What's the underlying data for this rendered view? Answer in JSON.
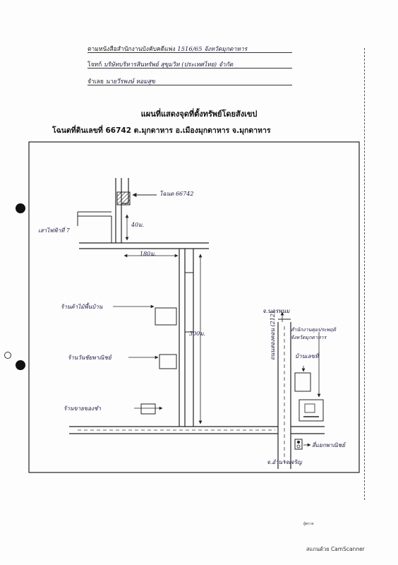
{
  "header": {
    "line1_label": "ตามหนังสือสำนักงานบังคับคดีแพ่ง",
    "line1_value": "1516/65",
    "line1_suffix": "จังหวัดมุกดาหาร",
    "line2_label": "โจทก์",
    "line2_value": "บริษัทบริหารสินทรัพย์ สุขุมวิท (ประเทศไทย) จำกัด",
    "line3_label": "จำเลย",
    "line3_value": "นายวีรพงษ์ หอมสุข"
  },
  "title": "แผนที่แสดงจุดที่ตั้งทรัพย์โดยสังเขป",
  "subtitle": "โฉนดที่ดินเลขที่ 66742  ต.มุกดาหาร อ.เมืองมุกดาหาร จ.มุกดาหาร",
  "map": {
    "deed_label": "โฉนด 66742",
    "dist_40": "40ม.",
    "dist_180": "180ม.",
    "dist_300": "300ม.",
    "pole_label": "เสาไฟฟ้าที่ 7",
    "shop_label": "ร้านค้าไม้พื้นบ้าน",
    "hotel_label": "ร้านวันชัยพาณิชย์",
    "store_label": "ร้านขายของชำ",
    "road_label": "ถนนสองคอน (212)",
    "north_town": "จ.นครพนม",
    "south_town": "จ.อำนาจเจริญ",
    "office_label": "สำนักงานคุมประพฤติจังหวัดมุกดาหาร",
    "office_sub": "บ้านเลขที่",
    "junction_label": "สี่แยกพาณิชย์"
  },
  "footer": {
    "signature": "ผู้ตรวจ",
    "scanner": "สแกนด้วย CamScanner"
  }
}
